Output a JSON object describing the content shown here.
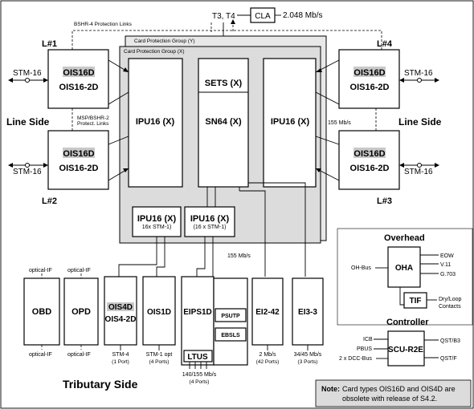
{
  "top": {
    "bshr4": "BSHR-4 Protection Links",
    "t3t4": "T3, T4",
    "cla": "CLA",
    "clock_rate": "2.048 Mb/s"
  },
  "groups": {
    "y": "Card Protection Group (Y)",
    "x": "Card Protection Group (X)"
  },
  "line": {
    "l1": "L#1",
    "l2": "L#2",
    "l3": "L#3",
    "l4": "L#4",
    "stm16": "STM-16",
    "left_side": "Line Side",
    "right_side": "Line Side",
    "msp_links": "MSP/BSHR-2\nProtect. Links",
    "rate_155": "155 Mb/s",
    "ois16d": "OIS16D",
    "ois16_2d": "OIS16-2D"
  },
  "core": {
    "ipu_left": "IPU16 (X)",
    "sets": "SETS (X)",
    "sn64": "SN64 (X)",
    "ipu_right": "IPU16 (X)",
    "ipu_small_1": "IPU16 (X)",
    "ipu_small_1_sub": "16x STM-1)",
    "ipu_small_2": "IPU16 (X)",
    "ipu_small_2_sub": "(16 x STM-1)",
    "bus_155": "155 Mb/s"
  },
  "tributary": {
    "obd": "OBD",
    "opd": "OPD",
    "optical_if": "optical-IF",
    "ois4d": "OIS4D",
    "ois4_2d": "OIS4-2D",
    "stm4": "STM-4",
    "stm4_ports": "(1 Port)",
    "ois1d": "OIS1D",
    "stm1opt": "STM-1 opt",
    "stm1_ports": "(4 Ports)",
    "eips1d": "EIPS1D",
    "psutp": "PSUTP",
    "ebsls": "EBSLS",
    "ltus": "LTUS",
    "ltus_rate": "140/155 Mb/s",
    "ltus_ports": "(4 Ports)",
    "ei2_42": "EI2-42",
    "ei2_rate": "2 Mb/s",
    "ei2_ports": "(42 Ports)",
    "ei3_3": "EI3-3",
    "ei3_rate": "34/45 Mb/s",
    "ei3_ports": "(3 Ports)",
    "title": "Tributary Side"
  },
  "overhead": {
    "title": "Overhead",
    "oha": "OHA",
    "oh_bus": "OH-Bus",
    "eow": "EOW",
    "v11": "V.11",
    "g703": "G.703",
    "tif": "TIF",
    "dry_loop": "Dry/Loop",
    "contacts": "Contacts"
  },
  "controller": {
    "title": "Controller",
    "scu": "SCU-R2E",
    "icb": "ICB",
    "pbus": "PBUS",
    "dcc": "2 x DCC-Bus",
    "qst_b3": "QST/B3",
    "qst_f": "QST/F"
  },
  "note": {
    "label": "Note:",
    "line1": "Card types OIS16D and OIS4D are",
    "line2": "obsolete with release of S4.2."
  }
}
